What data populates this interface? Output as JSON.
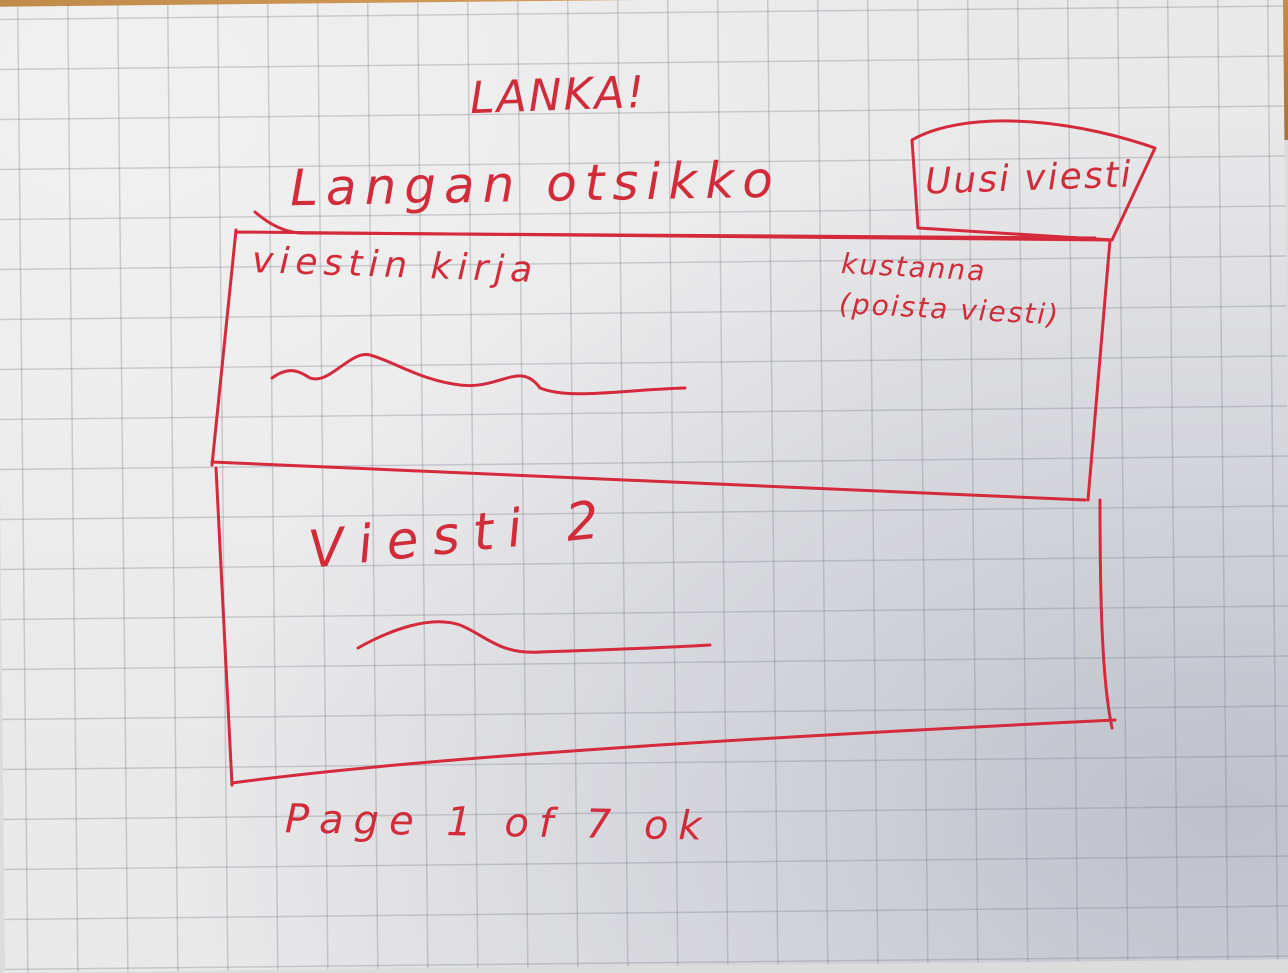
{
  "app": {
    "title": "LANKA!"
  },
  "header": {
    "thread_title": "Langan otsikko",
    "new_button_label": "Uusi viesti"
  },
  "messages": [
    {
      "title": "viestin kirja",
      "action_label": "kustanna (poista viesti)"
    },
    {
      "title": "Viesti 2"
    }
  ],
  "footer": {
    "pagination_text": "Page 1 of 7 ok"
  },
  "colors": {
    "ink": "#d22b3a",
    "paper": "#e9e9ea",
    "grid": "#7d8090"
  }
}
